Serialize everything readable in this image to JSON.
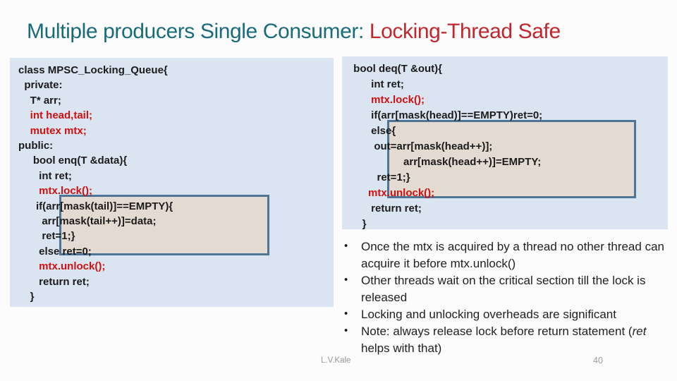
{
  "title": {
    "prefix": "Multiple producers Single Consumer: ",
    "highlight": "Locking-Thread Safe"
  },
  "colors": {
    "title_teal": "#196b7c",
    "title_red": "#c0272d",
    "code_black": "#1b1b1b",
    "code_red": "#d01010",
    "code_bg": "#dbe5f1",
    "box_fill": "#e3dad1",
    "box_border": "#4e7496"
  },
  "code_left": {
    "lines": [
      {
        "text": "class MPSC_Locking_Queue{"
      },
      {
        "text": "  private:"
      },
      {
        "text": "    T* arr;"
      },
      {
        "text": "    int head,tail;",
        "red": true
      },
      {
        "text": "    mutex mtx;",
        "red": true
      },
      {
        "text": "public:"
      },
      {
        "text": "     bool enq(T &data){"
      },
      {
        "text": "       int ret;"
      },
      {
        "text": "       mtx.lock();",
        "red": true
      },
      {
        "text": "      if(arr[mask(tail)]==EMPTY){"
      },
      {
        "text": "        arr[mask(tail++)]=data;"
      },
      {
        "text": "        ret=1;}"
      },
      {
        "text": "       else ret=0;"
      },
      {
        "text": "       mtx.unlock();",
        "red": true
      },
      {
        "text": "       return ret;"
      },
      {
        "text": "    }"
      }
    ]
  },
  "code_right": {
    "lines": [
      {
        "text": " bool deq(T &out){"
      },
      {
        "text": "       int ret;"
      },
      {
        "text": "       mtx.lock();",
        "red": true
      },
      {
        "text": "       if(arr[mask(head)]==EMPTY)ret=0;"
      },
      {
        "text": "       else{"
      },
      {
        "text": "        out=arr[mask(head++)];"
      },
      {
        "text": "                  arr[mask(head++)]=EMPTY;"
      },
      {
        "text": "         ret=1;}"
      },
      {
        "text": "      mtx.unlock();",
        "red": true
      },
      {
        "text": "       return ret;"
      },
      {
        "text": "    }"
      }
    ]
  },
  "bullet_char": "•",
  "bullets": [
    {
      "segments": [
        {
          "text": "Once the mtx is acquired by a thread no other thread can acquire it before mtx.unlock()"
        }
      ]
    },
    {
      "segments": [
        {
          "text": "Other threads wait on the critical section till the lock is released"
        }
      ]
    },
    {
      "segments": [
        {
          "text": "Locking and unlocking overheads are significant"
        }
      ]
    },
    {
      "segments": [
        {
          "text": "Note: always release lock before return statement ("
        },
        {
          "text": "ret",
          "italic": true
        },
        {
          "text": " helps with that)"
        }
      ]
    }
  ],
  "footer": {
    "author": "L.V.Kale",
    "page": "40"
  }
}
